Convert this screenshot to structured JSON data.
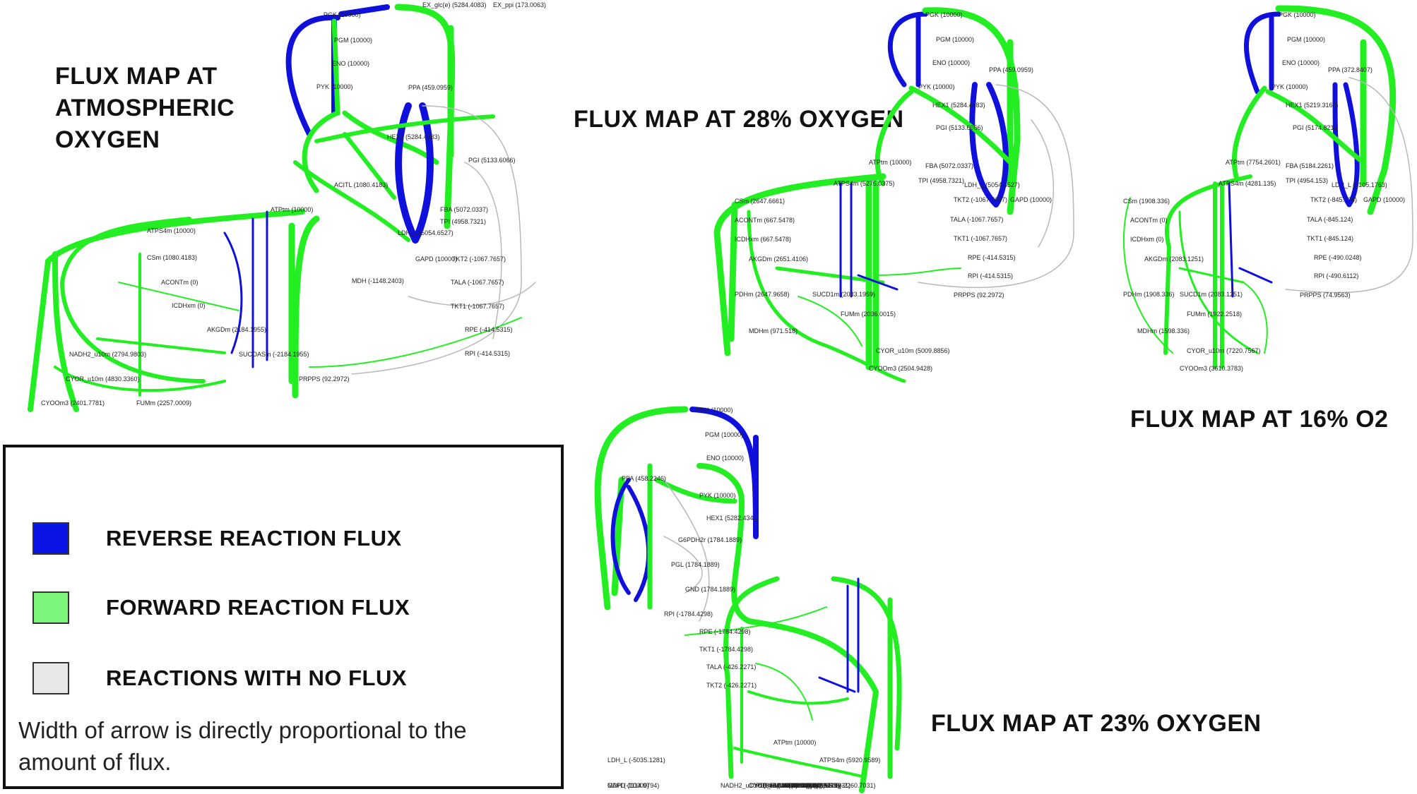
{
  "titles": {
    "atmospheric": "FLUX MAP AT ATMOSPHERIC OXYGEN",
    "o28": "FLUX MAP AT 28% OXYGEN",
    "o16": "FLUX MAP AT 16% O2",
    "o23": "FLUX MAP AT 23% OXYGEN"
  },
  "legend": {
    "reverse": {
      "label": "REVERSE REACTION FLUX",
      "color": "#0a14e6"
    },
    "forward": {
      "label": "FORWARD REACTION FLUX",
      "color": "#7cf77c"
    },
    "none": {
      "label": "REACTIONS WITH NO FLUX",
      "color": "#e8e8e8"
    },
    "note": "Width of arrow is directly proportional to the amount of flux."
  },
  "colors": {
    "forward_edge": "#22ee22",
    "reverse_edge": "#1010dd",
    "no_flux_edge": "#b8b8b8"
  },
  "maps": {
    "atmospheric": {
      "labels": [
        "PGK (10000)",
        "PGM (10000)",
        "ENO (10000)",
        "PYK (10000)",
        "PPA (459.0959)",
        "HEX1 (5284.4083)",
        "PGI (5133.6066)",
        "FBA (5072.0337)",
        "LDH_L (5054.6527)",
        "TPI (4958.7321)",
        "GAPD (10000)",
        "TKT2 (-1067.7657)",
        "TALA (-1067.7657)",
        "TKT1 (-1067.7657)",
        "RPE (-414.5315)",
        "RPI (-414.5315)",
        "PRPPS (92.2972)",
        "MDH (-1148.2403)",
        "ACITL (1080.4183)",
        "ATPS4m (10000)",
        "CSm (1080.4183)",
        "ACONTm (0)",
        "ICDHxm (0)",
        "AKGDm (2184.1955)",
        "SUCOASm (-2184.1955)",
        "NADH2_u10m (2794.9803)",
        "CYOR_u10m (4830.3360)",
        "CYOOm3 (2401.7781)",
        "FUMm (2257.0009)",
        "ATPtm (10000)",
        "EX_glc(e) (5284.4083)",
        "EX_ppi (173.0063)"
      ]
    },
    "o28": {
      "labels": [
        "PGK (10000)",
        "PGM (10000)",
        "ENO (10000)",
        "PYK (10000)",
        "PPA (459.0959)",
        "HEX1 (5284.4083)",
        "PGI (5133.6066)",
        "FBA (5072.0337)",
        "TPI (4958.7321)",
        "LDH_L (5054.6527)",
        "GAPD (10000)",
        "TKT2 (-1067.7657)",
        "TALA (-1067.7657)",
        "TKT1 (-1067.7657)",
        "RPE (-414.5315)",
        "RPI (-414.5315)",
        "PRPPS (92.2972)",
        "ATPtm (10000)",
        "ATPS4m (5275.0375)",
        "CSm (2647.6661)",
        "ACONTm (667.5478)",
        "ICDHxm (667.5478)",
        "AKGDm (2651.4106)",
        "PDHm (2647.9658)",
        "SUCD1m (2083.1959)",
        "FUMm (2036.0015)",
        "MDHm (971.518)",
        "CYOR_u10m (5009.8856)",
        "CYOOm3 (2504.9428)"
      ]
    },
    "o16": {
      "labels": [
        "PGK (10000)",
        "PGM (10000)",
        "ENO (10000)",
        "PYK (10000)",
        "PPA (372.8407)",
        "HEX1 (5219.3160)",
        "PGI (5174.821)",
        "FBA (5184.2261)",
        "TPI (4954.153)",
        "LDH_L (5105.1763)",
        "GAPD (10000)",
        "TKT2 (-845.124)",
        "TALA (-845.124)",
        "TKT1 (-845.124)",
        "RPE (-490.0248)",
        "RPI (-490.6112)",
        "PRPPS (74.9563)",
        "ATPtm (7754.2601)",
        "ATPS4m (4281.135)",
        "CSm (1908.336)",
        "ACONTm (0)",
        "ICDHxm (0)",
        "AKGDm (2083.1251)",
        "PDHm (1908.336)",
        "SUCD1m (2083.1251)",
        "FUMm (1922.2518)",
        "MDHm (1598.336)",
        "CYOR_u10m (7220.7567)",
        "CYOOm3 (3610.3783)"
      ]
    },
    "o23": {
      "labels": [
        "PGK (10000)",
        "PGM (10000)",
        "ENO (10000)",
        "PPA (458.2246)",
        "PYK (10000)",
        "HEX1 (5282.4341)",
        "G6PDH2r (1784.1889)",
        "PGL (1784.1889)",
        "GND (1784.1889)",
        "RPI (-1784.4298)",
        "RPE (-1784.4298)",
        "TKT1 (-1784.4298)",
        "TALA (-426.2271)",
        "TKT2 (-426.2271)",
        "LDH_L (-5035.1281)",
        "GAPD (10000)",
        "MDH (-1114.9794)",
        "ATPtm (10000)",
        "ATPS4m (5920.9589)",
        "CSm (1976.6598)",
        "ACONTm (0)",
        "ICDHxm (0)",
        "AKGDm (2260.7031)",
        "NADH2_u10m (3804.4506)",
        "SUCOASm (-2260.7031)",
        "SUCD1m (3261.5271)",
        "PDHm (1976.6598)",
        "MDHm (1792.9978)",
        "FUMm (3384.1942)",
        "CYOR_u10m (7271.0055)",
        "CYOOm3 (3635.5027)"
      ]
    }
  }
}
